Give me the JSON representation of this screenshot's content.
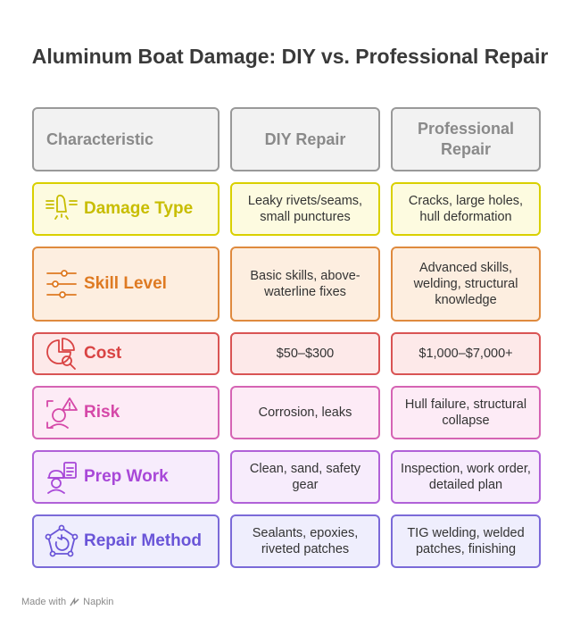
{
  "title": "Aluminum Boat Damage: DIY vs. Professional Repair",
  "headers": {
    "characteristic": "Characteristic",
    "diy": "DIY Repair",
    "professional": "Professional Repair"
  },
  "rows": [
    {
      "label": "Damage Type",
      "icon": "boat-hull-icon",
      "color": "#c8bd00",
      "bg": "#fdfbe0",
      "border": "#d9d000",
      "diy": "Leaky rivets/seams, small punctures",
      "professional": "Cracks, large holes, hull deformation"
    },
    {
      "label": "Skill Level",
      "icon": "sliders-icon",
      "color": "#de7a22",
      "bg": "#fdeee0",
      "border": "#df8a3e",
      "diy": "Basic skills, above-waterline fixes",
      "professional": "Advanced skills, welding, structural knowledge"
    },
    {
      "label": "Cost",
      "icon": "chart-magnifier-icon",
      "color": "#d94343",
      "bg": "#fde9e9",
      "border": "#d95454",
      "diy": "$50–$300",
      "professional": "$1,000–$7,000+"
    },
    {
      "label": "Risk",
      "icon": "person-warning-icon",
      "color": "#d548a8",
      "bg": "#fdebf6",
      "border": "#d564b4",
      "diy": "Corrosion, leaks",
      "professional": "Hull failure, structural collapse"
    },
    {
      "label": "Prep Work",
      "icon": "worker-clipboard-icon",
      "color": "#a848d8",
      "bg": "#f7ecfc",
      "border": "#b062d8",
      "diy": "Clean, sand, safety gear",
      "professional": "Inspection, work order, detailed plan"
    },
    {
      "label": "Repair Method",
      "icon": "repair-cycle-icon",
      "color": "#6a55d8",
      "bg": "#efeefd",
      "border": "#7b6ad8",
      "diy": "Sealants, epoxies, riveted patches",
      "professional": "TIG welding, welded patches, finishing"
    }
  ],
  "footer": {
    "made_with": "Made with",
    "brand": "Napkin"
  }
}
